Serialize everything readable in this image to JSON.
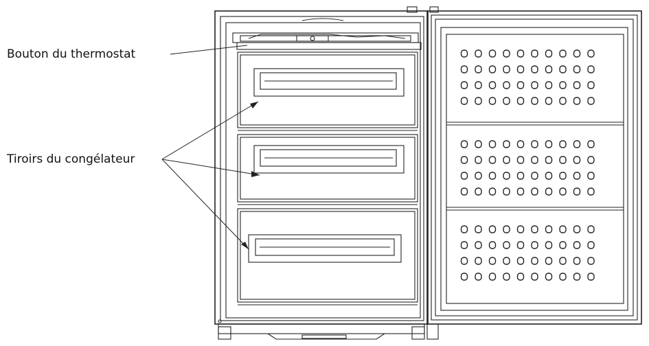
{
  "labels": {
    "thermostat": "Bouton du thermostat",
    "drawers": "Tiroirs du congélateur"
  },
  "colors": {
    "line": "#222222",
    "background": "#ffffff"
  },
  "diagram": {
    "drawer_count": 3,
    "door_panel_count": 3,
    "hole_rows_per_panel": 4,
    "hole_cols_per_row": 10
  }
}
